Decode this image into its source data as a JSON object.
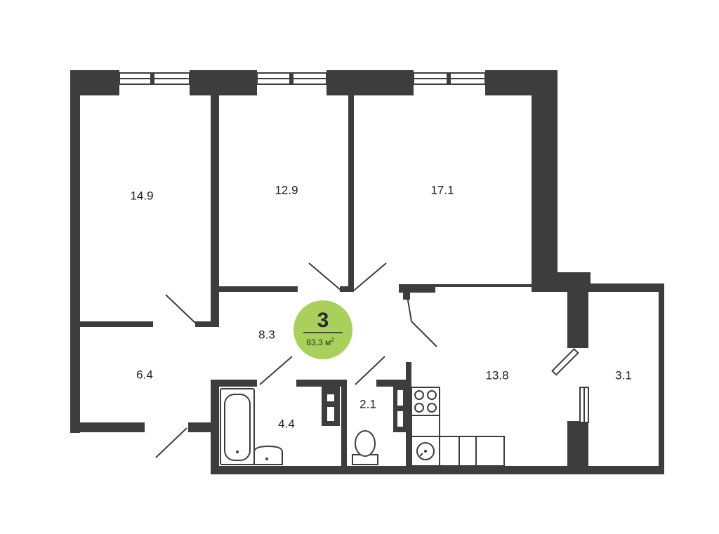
{
  "colors": {
    "wall": "#3d3d3d",
    "badge": "#a8d05a",
    "background": "#ffffff"
  },
  "badge": {
    "rooms": "3",
    "area": "83,3 м",
    "area_sup": "2"
  },
  "rooms": {
    "bedroom_left": "14.9",
    "bedroom_middle": "12.9",
    "living_room": "17.1",
    "hallway": "8.3",
    "entry_hall": "6.4",
    "bathroom": "4.4",
    "toilet": "2.1",
    "kitchen": "13.8",
    "balcony": "3.1"
  },
  "icons": [
    "window-icon",
    "door-icon",
    "bathtub-icon",
    "washbasin-icon",
    "toilet-icon",
    "stove-icon",
    "sink-icon",
    "counter-icon"
  ]
}
